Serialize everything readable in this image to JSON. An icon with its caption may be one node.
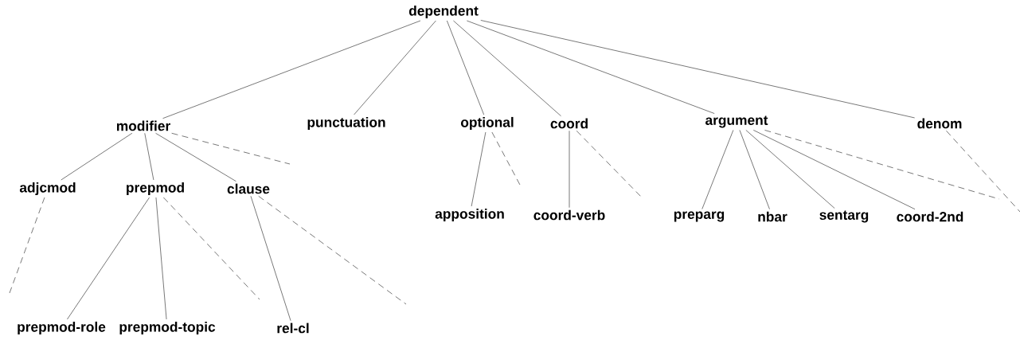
{
  "diagram": {
    "nodes": [
      {
        "text": [
          "dependent"
        ]
      },
      {
        "text": [
          "modifier"
        ]
      },
      {
        "text": [
          "punctuation"
        ]
      },
      {
        "text": [
          "optional"
        ]
      },
      {
        "text": [
          "coord"
        ]
      },
      {
        "text": [
          "argument"
        ]
      },
      {
        "text": [
          "denom"
        ]
      },
      {
        "text": [
          "adjcmod"
        ]
      },
      {
        "text": [
          "prepmod"
        ]
      },
      {
        "text": [
          "clause"
        ]
      },
      {
        "text": [
          "apposition"
        ]
      },
      {
        "text": [
          "coord-verb"
        ]
      },
      {
        "text": [
          "preparg"
        ]
      },
      {
        "text": [
          "nbar"
        ]
      },
      {
        "text": [
          "sentarg"
        ]
      },
      {
        "text": [
          "coord-2nd"
        ]
      },
      {
        "text": [
          "prepmod-role"
        ]
      },
      {
        "text": [
          "prepmod-topic"
        ]
      },
      {
        "text": [
          "rel-cl"
        ]
      }
    ],
    "edges": [
      {
        "from": 0,
        "to": 1,
        "arrow": "none"
      },
      {
        "from": 0,
        "to": 2,
        "arrow": "none"
      },
      {
        "from": 0,
        "to": 3,
        "arrow": "none"
      },
      {
        "from": 0,
        "to": 4,
        "arrow": "none"
      },
      {
        "from": 0,
        "to": 5,
        "arrow": "none"
      },
      {
        "from": 0,
        "to": 6,
        "arrow": "none"
      },
      {
        "from": 1,
        "to": 7,
        "arrow": "none"
      },
      {
        "from": 1,
        "to": 8,
        "arrow": "none"
      },
      {
        "from": 1,
        "to": 9,
        "arrow": "none"
      },
      {
        "from": 1,
        "to": null,
        "arrow": "none",
        "style": "dashed"
      },
      {
        "from": 3,
        "to": 10,
        "arrow": "none"
      },
      {
        "from": 3,
        "to": null,
        "arrow": "none",
        "style": "dashed"
      },
      {
        "from": 4,
        "to": 11,
        "arrow": "none"
      },
      {
        "from": 4,
        "to": null,
        "arrow": "none",
        "style": "dashed"
      },
      {
        "from": 5,
        "to": 12,
        "arrow": "none"
      },
      {
        "from": 5,
        "to": 13,
        "arrow": "none"
      },
      {
        "from": 5,
        "to": 14,
        "arrow": "none"
      },
      {
        "from": 5,
        "to": 15,
        "arrow": "none"
      },
      {
        "from": 5,
        "to": null,
        "arrow": "none",
        "style": "dashed"
      },
      {
        "from": 6,
        "to": null,
        "arrow": "none",
        "style": "dashed"
      },
      {
        "from": 7,
        "to": null,
        "arrow": "none",
        "style": "dashed"
      },
      {
        "from": 8,
        "to": 16,
        "arrow": "none"
      },
      {
        "from": 8,
        "to": 17,
        "arrow": "none"
      },
      {
        "from": 8,
        "to": null,
        "arrow": "none",
        "style": "dashed"
      },
      {
        "from": 9,
        "to": 18,
        "arrow": "none"
      },
      {
        "from": 9,
        "to": null,
        "arrow": "none",
        "style": "dashed"
      }
    ]
  }
}
